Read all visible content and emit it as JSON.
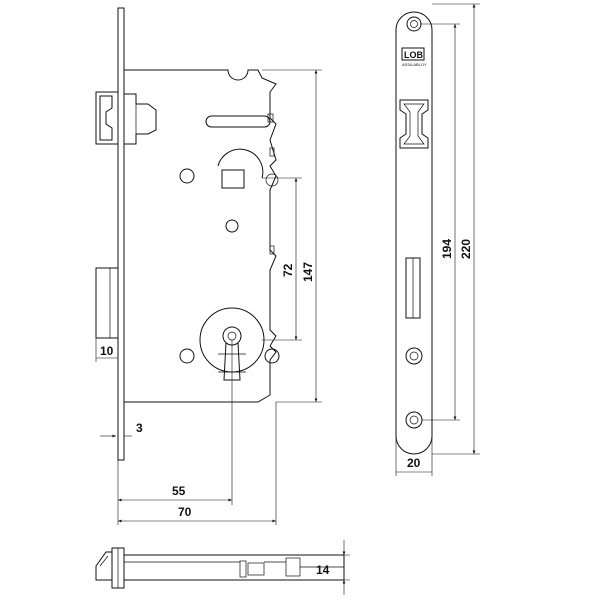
{
  "brand": {
    "logo_text": "LOB",
    "subtitle": "ASSA ABLOY"
  },
  "dimensions": {
    "d10": "10",
    "d3": "3",
    "d55": "55",
    "d70": "70",
    "d72": "72",
    "d147": "147",
    "d194": "194",
    "d220": "220",
    "d20": "20",
    "d14": "14"
  }
}
